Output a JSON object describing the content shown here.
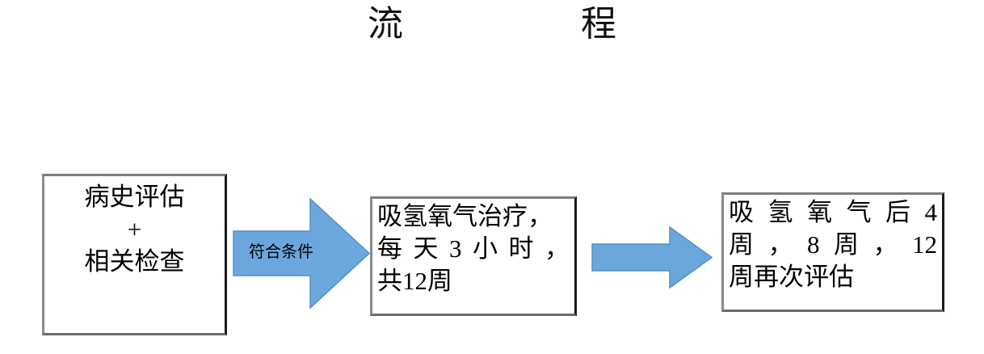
{
  "title": "流　　程",
  "colors": {
    "arrow_fill": "#6ba7dc",
    "arrow_stroke": "#5590c4",
    "box_border": "#848484",
    "text": "#000000",
    "background": "#ffffff"
  },
  "flow": {
    "steps": [
      {
        "id": "history-evaluation",
        "lines": [
          "病史评估",
          "+",
          "相关检查"
        ],
        "full_text": "病史评估 + 相关检查"
      },
      {
        "id": "hydrogen-oxygen-therapy",
        "lines": [
          "吸氢氧气治疗，",
          "每天3小时，",
          "共12周"
        ],
        "full_text": "吸氢氧气治疗，每天3小时，共12周"
      },
      {
        "id": "follow-up-assessment",
        "lines": [
          "吸氢氧气后4",
          "周，8周，12",
          "周再次评估"
        ],
        "full_text": "吸氢氧气后4周，8周，12周再次评估"
      }
    ],
    "connectors": [
      {
        "id": "arrow-meets-criteria",
        "label": "符合条件",
        "has_label": true
      },
      {
        "id": "arrow-plain",
        "label": "",
        "has_label": false
      }
    ]
  }
}
